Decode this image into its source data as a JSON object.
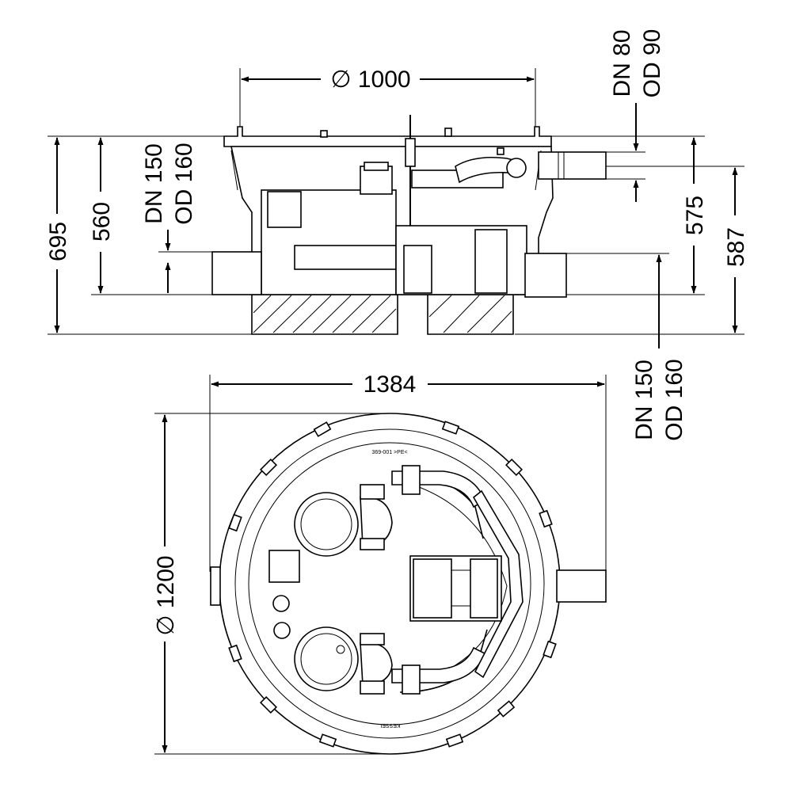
{
  "side_view": {
    "dims": {
      "diameter_top": "∅ 1000",
      "overall_height": "695",
      "height_560": "560",
      "inlet_height": "575",
      "outlet_height": "587"
    },
    "labels": {
      "left_pipe_dn": "DN 150",
      "left_pipe_od": "OD 160",
      "top_pipe_dn": "DN 80",
      "top_pipe_od": "OD 90",
      "right_pipe_dn": "DN 150",
      "right_pipe_od": "OD 160"
    }
  },
  "plan_view": {
    "dims": {
      "width": "1384",
      "diameter": "∅ 1200"
    },
    "markings": {
      "part_code": "369-001 >PE<",
      "brand": "KESSEL"
    }
  }
}
